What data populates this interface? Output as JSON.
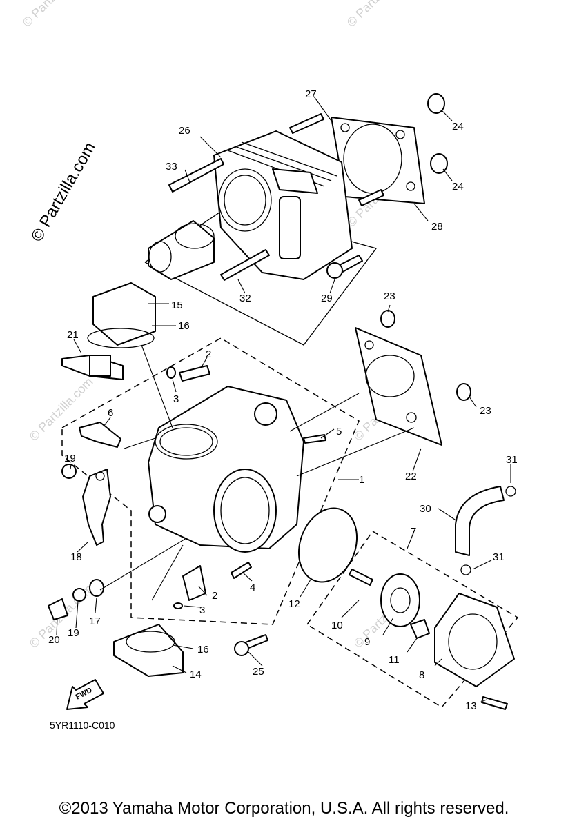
{
  "watermark": "© Partzilla.com",
  "fwd_label": "FWD",
  "diagram_code": "5YR1110-C010",
  "copyright": "©2013  Yamaha Motor Corporation, U.S.A. All rights reserved.",
  "callouts": [
    "1",
    "2",
    "2",
    "3",
    "3",
    "4",
    "5",
    "6",
    "7",
    "8",
    "9",
    "10",
    "11",
    "12",
    "13",
    "14",
    "15",
    "16",
    "16",
    "17",
    "18",
    "19",
    "19",
    "20",
    "21",
    "22",
    "23",
    "23",
    "24",
    "24",
    "25",
    "26",
    "27",
    "28",
    "29",
    "30",
    "31",
    "31",
    "32",
    "33"
  ]
}
